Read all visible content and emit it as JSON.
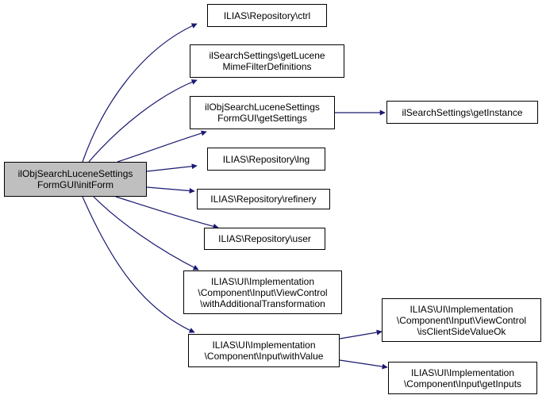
{
  "diagram": {
    "type": "call-graph",
    "edge_color": "#191970",
    "root_fill": "#bfbfbf",
    "nodes": [
      {
        "id": "root",
        "lines": [
          "ilObjSearchLuceneSettings",
          "FormGUI\\initForm"
        ]
      },
      {
        "id": "ctrl",
        "lines": [
          "ILIAS\\Repository\\ctrl"
        ]
      },
      {
        "id": "mime",
        "lines": [
          "ilSearchSettings\\getLucene",
          "MimeFilterDefinitions"
        ]
      },
      {
        "id": "getSettings",
        "lines": [
          "ilObjSearchLuceneSettings",
          "FormGUI\\getSettings"
        ]
      },
      {
        "id": "getInstance",
        "lines": [
          "ilSearchSettings\\getInstance"
        ]
      },
      {
        "id": "lng",
        "lines": [
          "ILIAS\\Repository\\lng"
        ]
      },
      {
        "id": "refinery",
        "lines": [
          "ILIAS\\Repository\\refinery"
        ]
      },
      {
        "id": "user",
        "lines": [
          "ILIAS\\Repository\\user"
        ]
      },
      {
        "id": "withAddTrans",
        "lines": [
          "ILIAS\\UI\\Implementation",
          "\\Component\\Input\\ViewControl",
          "\\withAdditionalTransformation"
        ]
      },
      {
        "id": "withValue",
        "lines": [
          "ILIAS\\UI\\Implementation",
          "\\Component\\Input\\withValue"
        ]
      },
      {
        "id": "isClientSide",
        "lines": [
          "ILIAS\\UI\\Implementation",
          "\\Component\\Input\\ViewControl",
          "\\isClientSideValueOk"
        ]
      },
      {
        "id": "getInputs",
        "lines": [
          "ILIAS\\UI\\Implementation",
          "\\Component\\Input\\getInputs"
        ]
      }
    ],
    "edges": [
      [
        "root",
        "ctrl"
      ],
      [
        "root",
        "mime"
      ],
      [
        "root",
        "getSettings"
      ],
      [
        "root",
        "lng"
      ],
      [
        "root",
        "refinery"
      ],
      [
        "root",
        "user"
      ],
      [
        "root",
        "withAddTrans"
      ],
      [
        "root",
        "withValue"
      ],
      [
        "getSettings",
        "getInstance"
      ],
      [
        "withValue",
        "isClientSide"
      ],
      [
        "withValue",
        "getInputs"
      ]
    ]
  }
}
